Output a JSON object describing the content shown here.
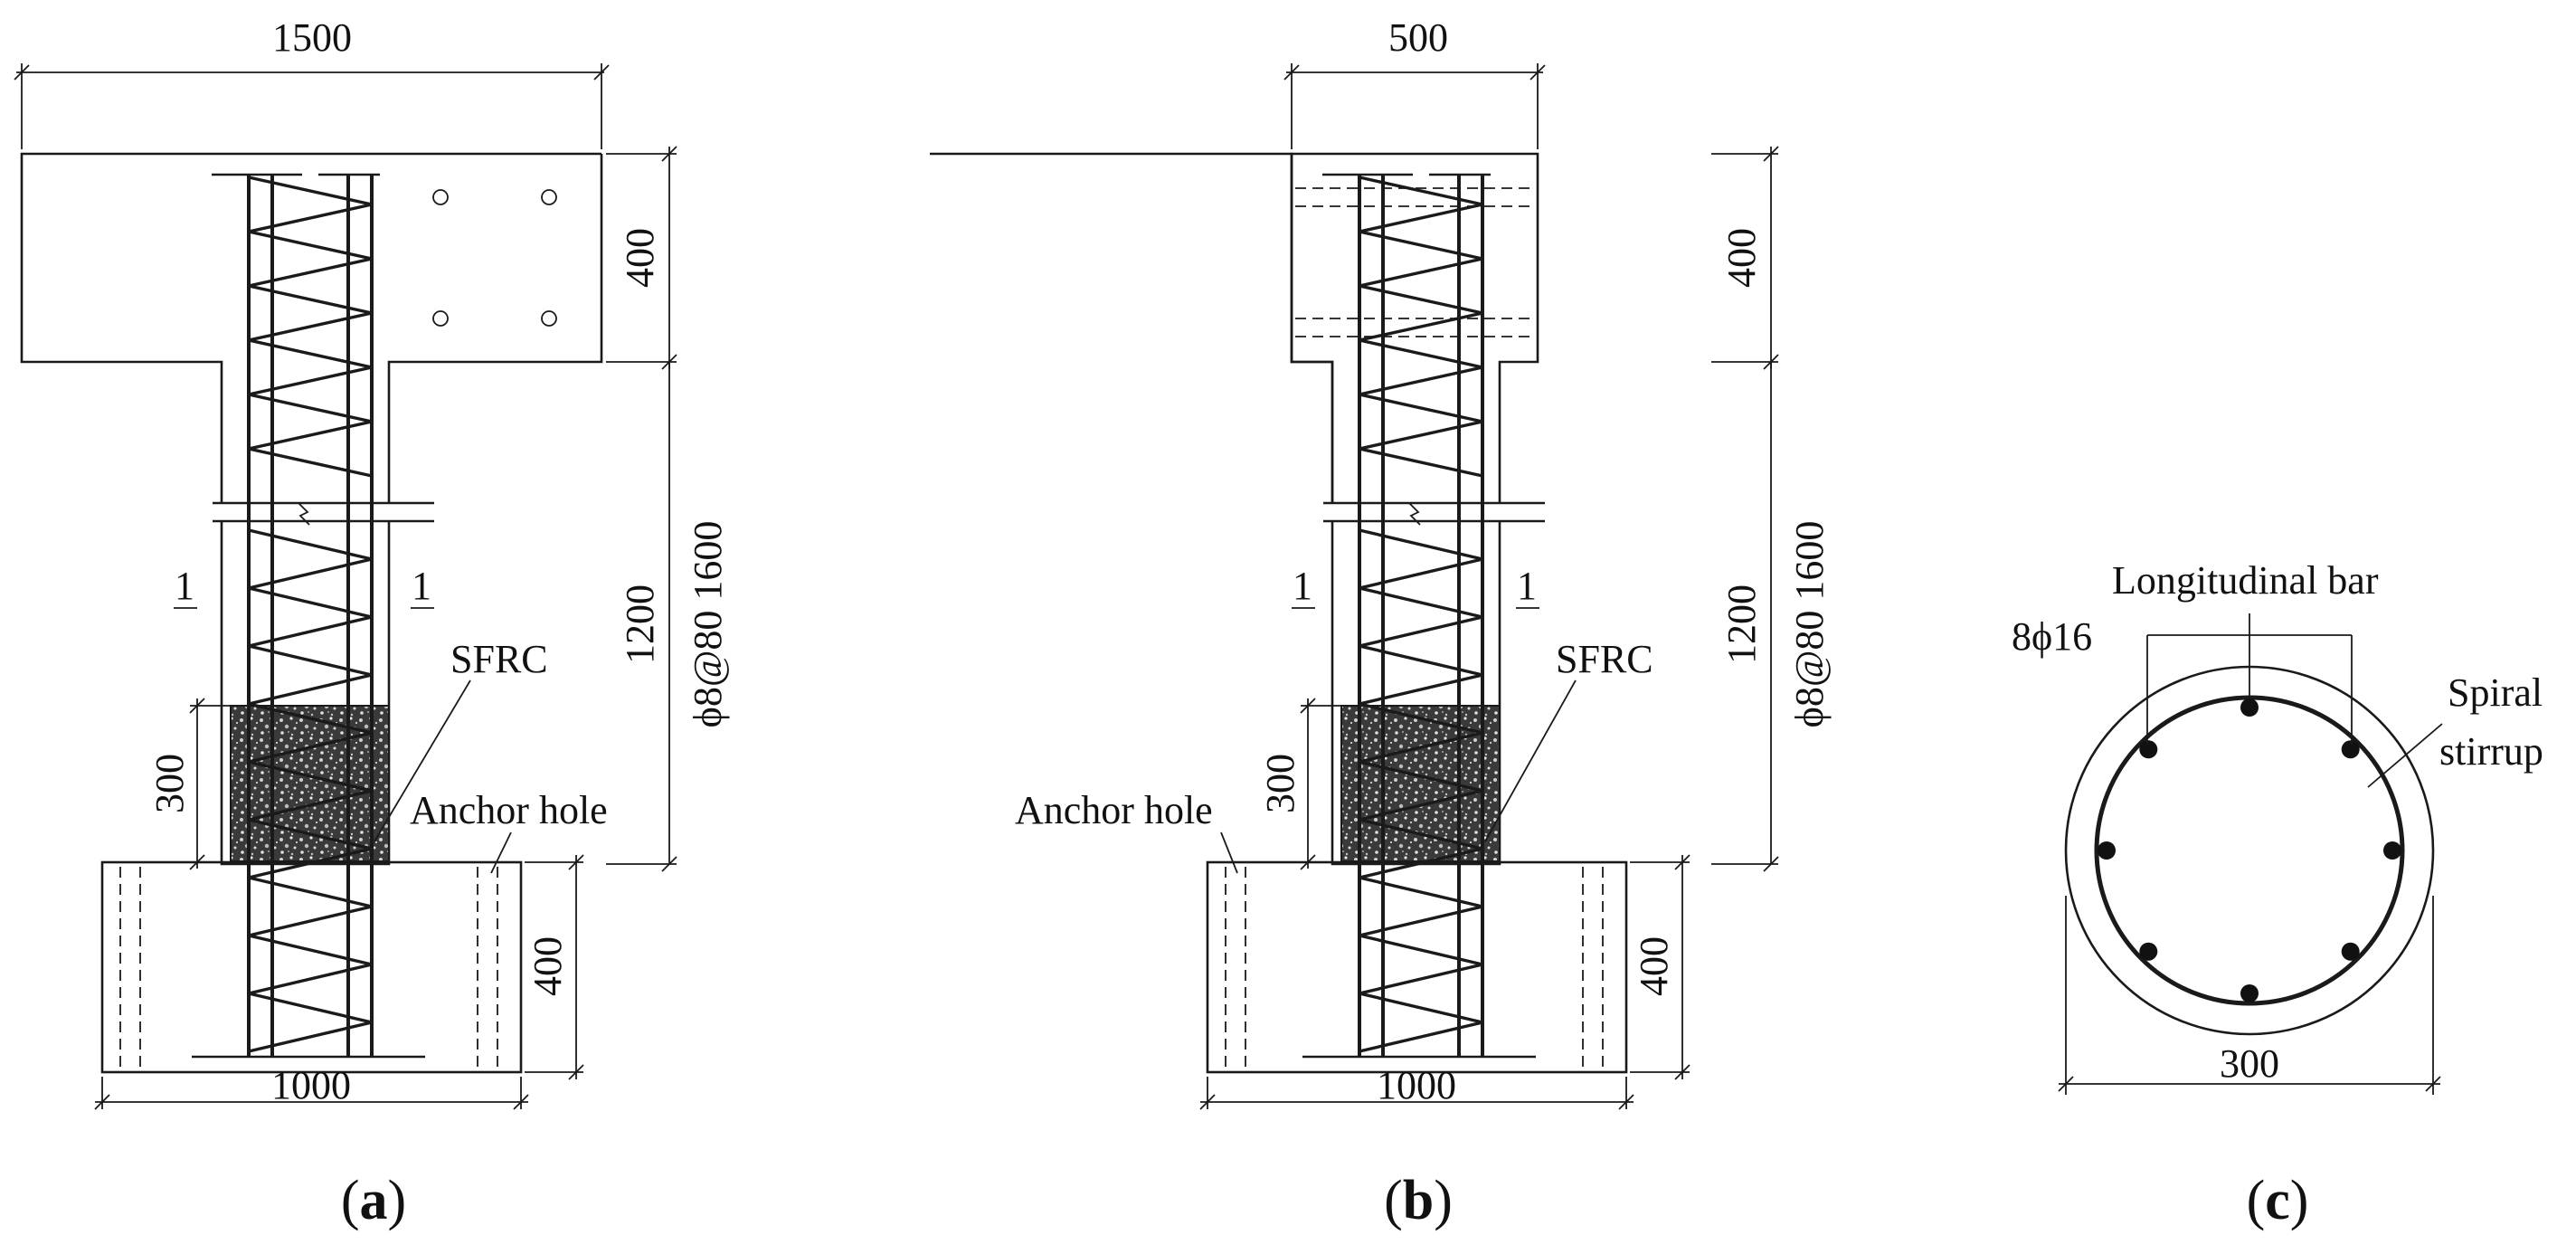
{
  "panel_a": {
    "dim_top": "1500",
    "dim_cap_height": "400",
    "dim_base_height": "400",
    "dim_column_height": "1200",
    "dim_total": "ϕ8@80 1600",
    "dim_sfrc": "300",
    "dim_base_width": "1000",
    "section_mark_left": "1",
    "section_mark_right": "1",
    "label_sfrc": "SFRC",
    "label_anchor": "Anchor hole",
    "caption_open": "(",
    "caption_letter": "a",
    "caption_close": ")"
  },
  "panel_b": {
    "dim_top": "500",
    "dim_cap_height": "400",
    "dim_base_height": "400",
    "dim_column_height": "1200",
    "dim_total": "ϕ8@80 1600",
    "dim_sfrc": "300",
    "dim_base_width": "1000",
    "section_mark_left": "1",
    "section_mark_right": "1",
    "label_sfrc": "SFRC",
    "label_anchor": "Anchor hole",
    "caption_open": "(",
    "caption_letter": "b",
    "caption_close": ")"
  },
  "panel_c": {
    "label_longitudinal": "Longitudinal bar",
    "label_bars": "8ϕ16",
    "label_spiral_1": "Spiral",
    "label_spiral_2": "stirrup",
    "dim_diameter": "300",
    "caption_open": "(",
    "caption_letter": "c",
    "caption_close": ")"
  }
}
